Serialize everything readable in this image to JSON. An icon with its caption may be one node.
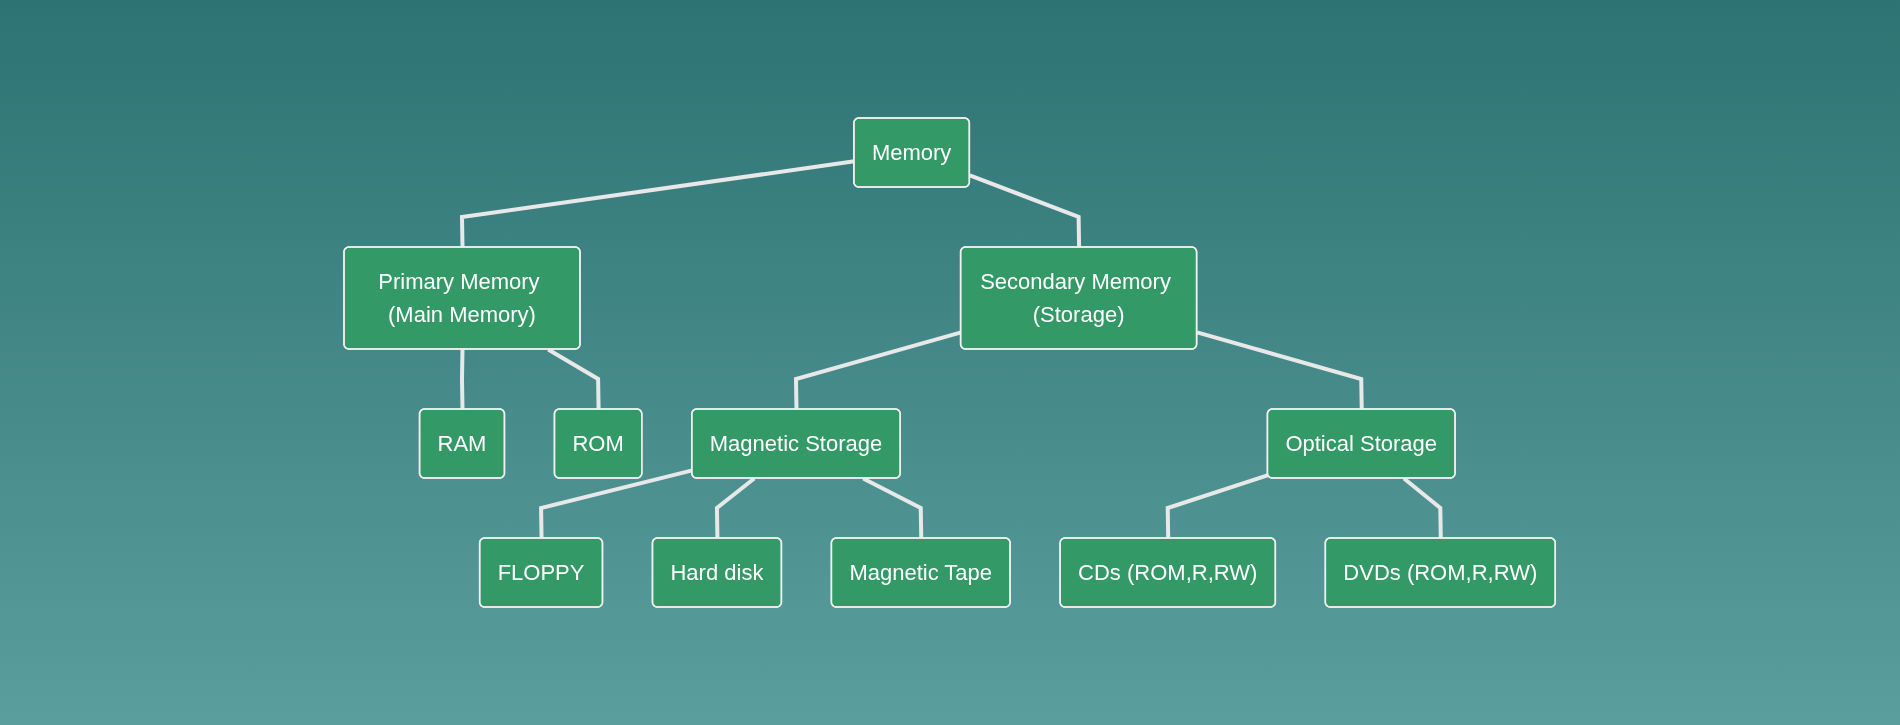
{
  "diagram": {
    "nodes": [
      {
        "text": [
          "Memory"
        ]
      },
      {
        "text": [
          "Primary Memory (Main Memory)"
        ]
      },
      {
        "text": [
          "Secondary Memory (Storage)"
        ]
      },
      {
        "text": [
          "RAM"
        ]
      },
      {
        "text": [
          "ROM"
        ]
      },
      {
        "text": [
          "Magnetic Storage"
        ]
      },
      {
        "text": [
          "Optical Storage"
        ]
      },
      {
        "text": [
          "FLOPPY"
        ]
      },
      {
        "text": [
          "Hard disk"
        ]
      },
      {
        "text": [
          "Magnetic Tape"
        ]
      },
      {
        "text": [
          "CDs (ROM,R,RW)"
        ]
      },
      {
        "text": [
          "DVDs (ROM,R,RW)"
        ]
      }
    ],
    "edges": [
      {
        "from": 0,
        "to": 1,
        "arrow": "none"
      },
      {
        "from": 0,
        "to": 2,
        "arrow": "none"
      },
      {
        "from": 1,
        "to": 3,
        "arrow": "none"
      },
      {
        "from": 1,
        "to": 4,
        "arrow": "none"
      },
      {
        "from": 2,
        "to": 5,
        "arrow": "none"
      },
      {
        "from": 2,
        "to": 6,
        "arrow": "none"
      },
      {
        "from": 5,
        "to": 7,
        "arrow": "none"
      },
      {
        "from": 5,
        "to": 8,
        "arrow": "none"
      },
      {
        "from": 5,
        "to": 9,
        "arrow": "none"
      },
      {
        "from": 6,
        "to": 10,
        "arrow": "none"
      },
      {
        "from": 6,
        "to": 11,
        "arrow": "none"
      }
    ]
  }
}
